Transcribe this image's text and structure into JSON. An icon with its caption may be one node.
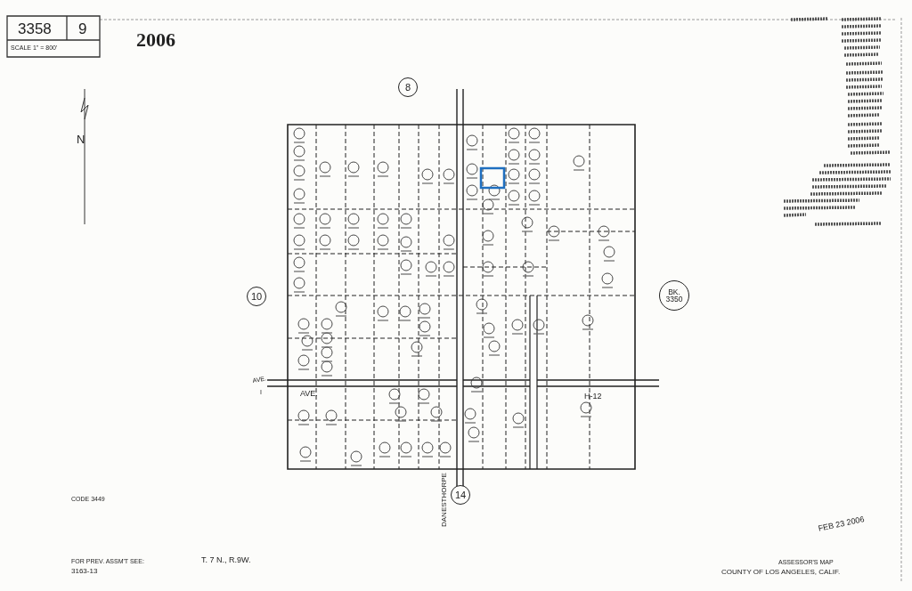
{
  "diagram": {
    "nodes": [
      {
        "text": [
          "8"
        ]
      },
      {
        "text": [
          "10"
        ]
      },
      {
        "text": [
          "BK. 3350"
        ]
      },
      {
        "text": [
          "14"
        ]
      }
    ],
    "labels": [
      "3358",
      "9",
      "SCALE 1\" = 800'",
      "2006",
      "N",
      "AVE.",
      "I",
      "AVE.",
      "H-12",
      "DANESTHORPE",
      "CODE 3449",
      "FOR PREV. ASSM'T SEE:",
      "3163-13",
      "T. 7 N., R.9W.",
      "FEB 23 2006",
      "ASSESSOR'S MAP",
      "COUNTY OF LOS ANGELES, CALIF."
    ]
  }
}
